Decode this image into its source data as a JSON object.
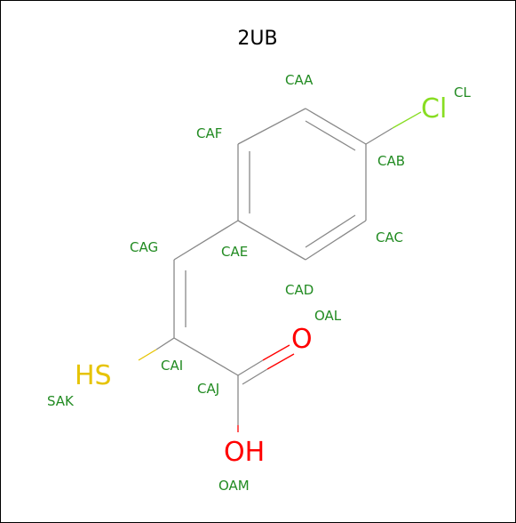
{
  "title": "2UB",
  "colors": {
    "carbon_label": "#228b22",
    "bond": "#888888",
    "oxygen": "#ff0000",
    "sulfur": "#e6c300",
    "chlorine": "#88dd22"
  },
  "atoms": {
    "CAA": "CAA",
    "CAF": "CAF",
    "CAB": "CAB",
    "CAC": "CAC",
    "CAE": "CAE",
    "CAG": "CAG",
    "CAD": "CAD",
    "OAL": "OAL",
    "CAI": "CAI",
    "CAJ": "CAJ",
    "SAK": "SAK",
    "OAM": "OAM",
    "CL": "CL"
  },
  "elements": {
    "cl": "Cl",
    "o": "O",
    "hs": "HS",
    "oh": "OH"
  }
}
